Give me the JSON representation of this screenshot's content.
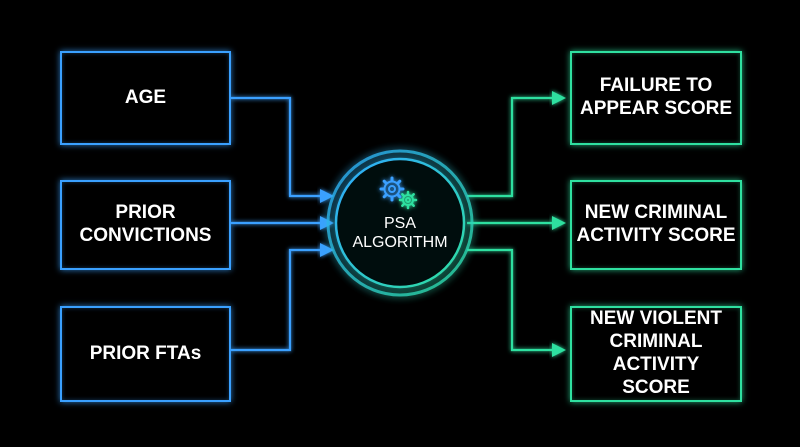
{
  "diagram": {
    "center": {
      "label": "PSA\nALGORITHM",
      "icon": "gears-icon"
    },
    "inputs": [
      {
        "label": "AGE"
      },
      {
        "label": "PRIOR\nCONVICTIONS"
      },
      {
        "label": "PRIOR FTAs"
      }
    ],
    "outputs": [
      {
        "label": "FAILURE TO\nAPPEAR SCORE"
      },
      {
        "label": "NEW CRIMINAL\nACTIVITY SCORE"
      },
      {
        "label": "NEW VIOLENT\nCRIMINAL ACTIVITY\nSCORE"
      }
    ]
  },
  "colors": {
    "background": "#000000",
    "input_accent": "#3aa0ff",
    "output_accent": "#2fe0a0",
    "center_ring": "#2fd0e0",
    "text": "#ffffff"
  }
}
